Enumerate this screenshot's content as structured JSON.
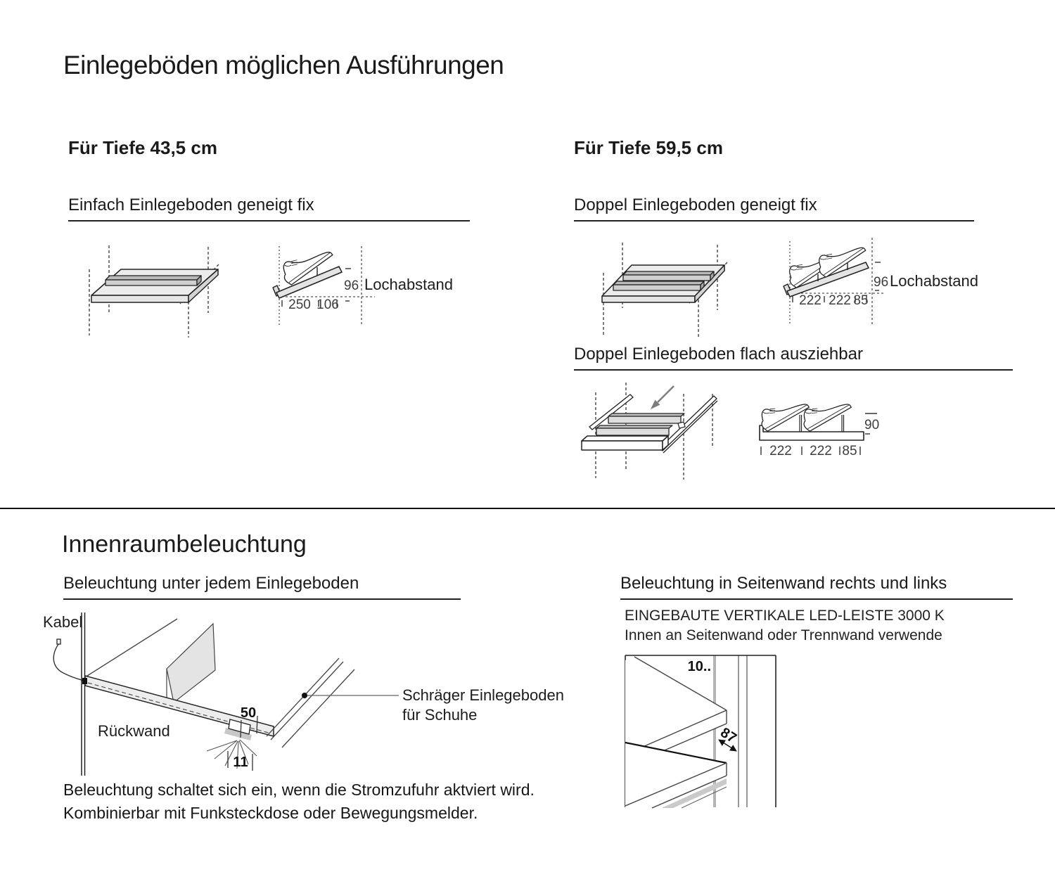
{
  "page": {
    "title": "Einlegeböden möglichen Ausführungen"
  },
  "shelves": {
    "left_heading": "Für Tiefe 43,5 cm",
    "right_heading": "Für Tiefe 59,5 cm",
    "single_fixed": {
      "label": "Einfach Einlegeboden geneigt fix",
      "hole_dim": "96",
      "hole_label": "Lochabstand",
      "depth_dim": "250",
      "edge_dim": "106"
    },
    "double_fixed": {
      "label": "Doppel Einlegeboden geneigt fix",
      "hole_dim": "96",
      "hole_label": "Lochabstand",
      "dim1": "222",
      "dim2": "222",
      "dim3": "85"
    },
    "double_pullout": {
      "label": "Doppel Einlegeboden flach ausziehbar",
      "height_dim": "90",
      "dim1": "222",
      "dim2": "222",
      "dim3": "85"
    }
  },
  "lighting": {
    "title": "Innenraumbeleuchtung",
    "under_shelf": {
      "label": "Beleuchtung unter jedem Einlegeboden",
      "cable": "Kabel",
      "back_wall": "Rückwand",
      "strip_width": "50",
      "strip_depth": "11",
      "callout1": "Schräger Einlegeboden",
      "callout2": "für Schuhe",
      "note1": "Beleuchtung schaltet sich ein, wenn die Stromzufuhr aktviert wird.",
      "note2": "Kombinierbar mit Funksteckdose oder Bewegungsmelder."
    },
    "side_wall": {
      "label": "Beleuchtung in Seitenwand rechts und links",
      "desc1": "EINGEBAUTE VERTIKALE LED-LEISTE 3000 K",
      "desc2": "Innen an Seitenwand oder Trennwand verwende",
      "dim_top": "10..",
      "dim_gap": "87"
    }
  },
  "colors": {
    "text": "#1a1a1a",
    "dim_text": "#3d3d3d",
    "line": "#222222",
    "shelf_fill": "#ececec",
    "bar_fill": "#c6c6c6",
    "panel_fill": "#e4e4e4",
    "led_strip": "#b4b4b4",
    "arrow": "#7d7d7d"
  }
}
